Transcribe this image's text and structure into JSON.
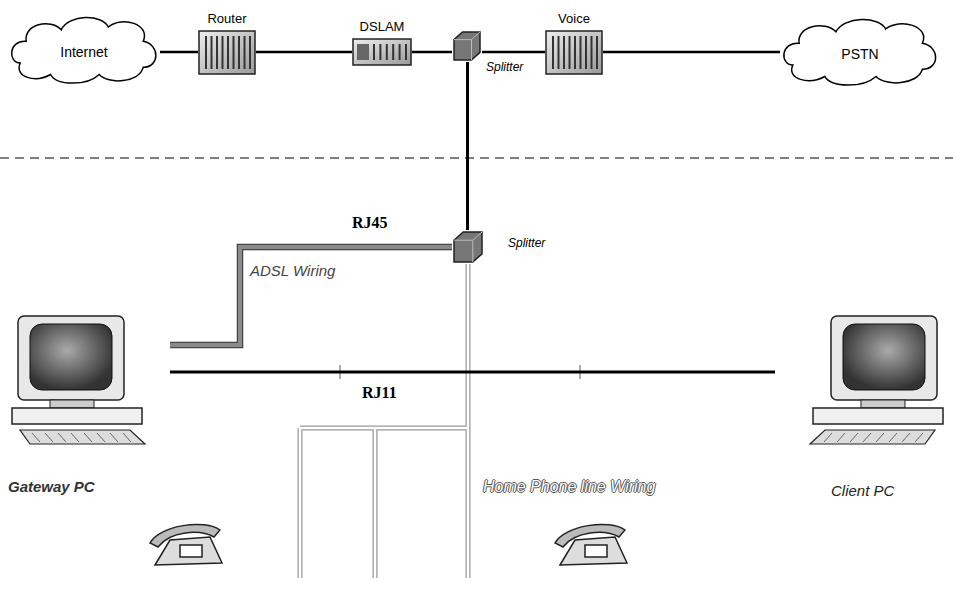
{
  "diagram": {
    "nodes": [
      {
        "text": [
          "Internet"
        ]
      },
      {
        "text": [
          "Router"
        ]
      },
      {
        "text": [
          "DSLAM"
        ]
      },
      {
        "text": [
          "Splitter"
        ]
      },
      {
        "text": [
          "Voice"
        ]
      },
      {
        "text": [
          "PSTN"
        ]
      },
      {
        "text": [
          "Splitter"
        ]
      },
      {
        "text": [
          "Gateway PC"
        ]
      },
      {
        "text": [
          "Client PC"
        ]
      }
    ],
    "edges": [
      {
        "from": 0,
        "to": 1,
        "arrow": "none"
      },
      {
        "from": 1,
        "to": 2,
        "arrow": "none"
      },
      {
        "from": 2,
        "to": 3,
        "arrow": "none"
      },
      {
        "from": 3,
        "to": 4,
        "arrow": "none"
      },
      {
        "from": 4,
        "to": 5,
        "arrow": "none"
      },
      {
        "from": 3,
        "to": 6,
        "arrow": "none"
      },
      {
        "from": 6,
        "to": 7,
        "arrow": "none"
      },
      {
        "from": 7,
        "to": 8,
        "arrow": "none"
      }
    ],
    "labels": [
      "RJ45",
      "ADSL Wiring",
      "RJ11",
      "Home Phone line Wiring"
    ]
  }
}
